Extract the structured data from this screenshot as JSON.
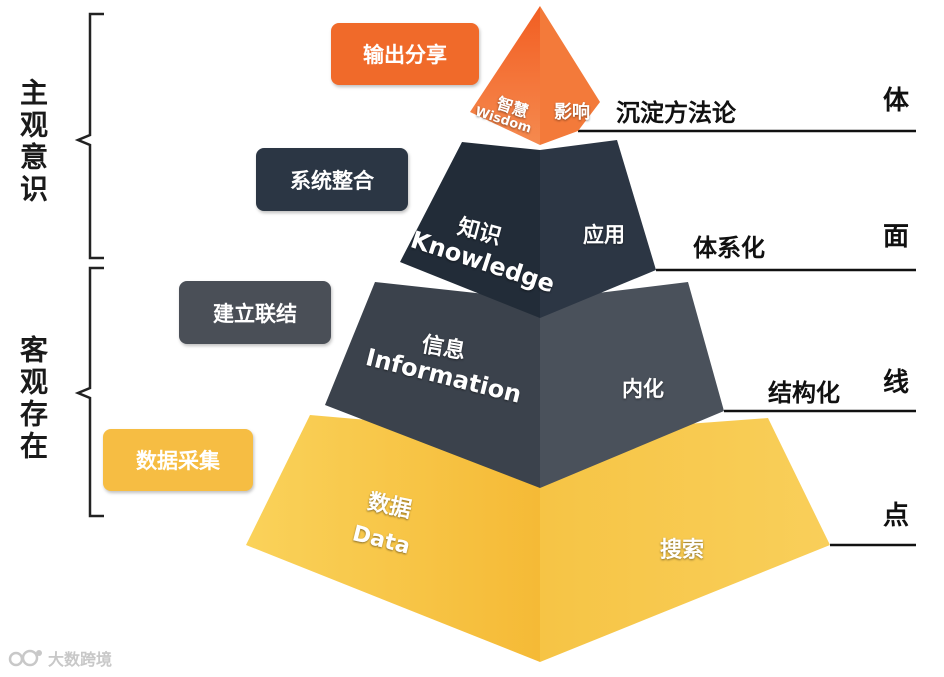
{
  "left_groups": {
    "top": "主观意识",
    "bottom": "客观存在"
  },
  "actions": [
    {
      "label": "输出分享",
      "color": "#f06a2a"
    },
    {
      "label": "系统整合",
      "color": "#2b3644"
    },
    {
      "label": "建立联结",
      "color": "#4a4f57"
    },
    {
      "label": "数据采集",
      "color": "#f6bd43"
    }
  ],
  "levels": [
    {
      "name": "智慧",
      "en": "Wisdom",
      "right_face": "影响",
      "side_label": "沉淀方法论",
      "dimension": "体"
    },
    {
      "name": "知识",
      "en": "Knowledge",
      "right_face": "应用",
      "side_label": "体系化",
      "dimension": "面"
    },
    {
      "name": "信息",
      "en": "Information",
      "right_face": "内化",
      "side_label": "结构化",
      "dimension": "线"
    },
    {
      "name": "数据",
      "en": "Data",
      "right_face": "搜索",
      "side_label": "",
      "dimension": "点"
    }
  ],
  "colors": {
    "wisdom_left": "#f36c2b",
    "wisdom_right": "#f5935a",
    "knowledge_left": "#222c38",
    "knowledge_right": "#2a3542",
    "information_left": "#3a414b",
    "information_right": "#474e58",
    "data_left": "#f8c13f",
    "data_right": "#f7c94f"
  },
  "watermark": "大数跨境"
}
